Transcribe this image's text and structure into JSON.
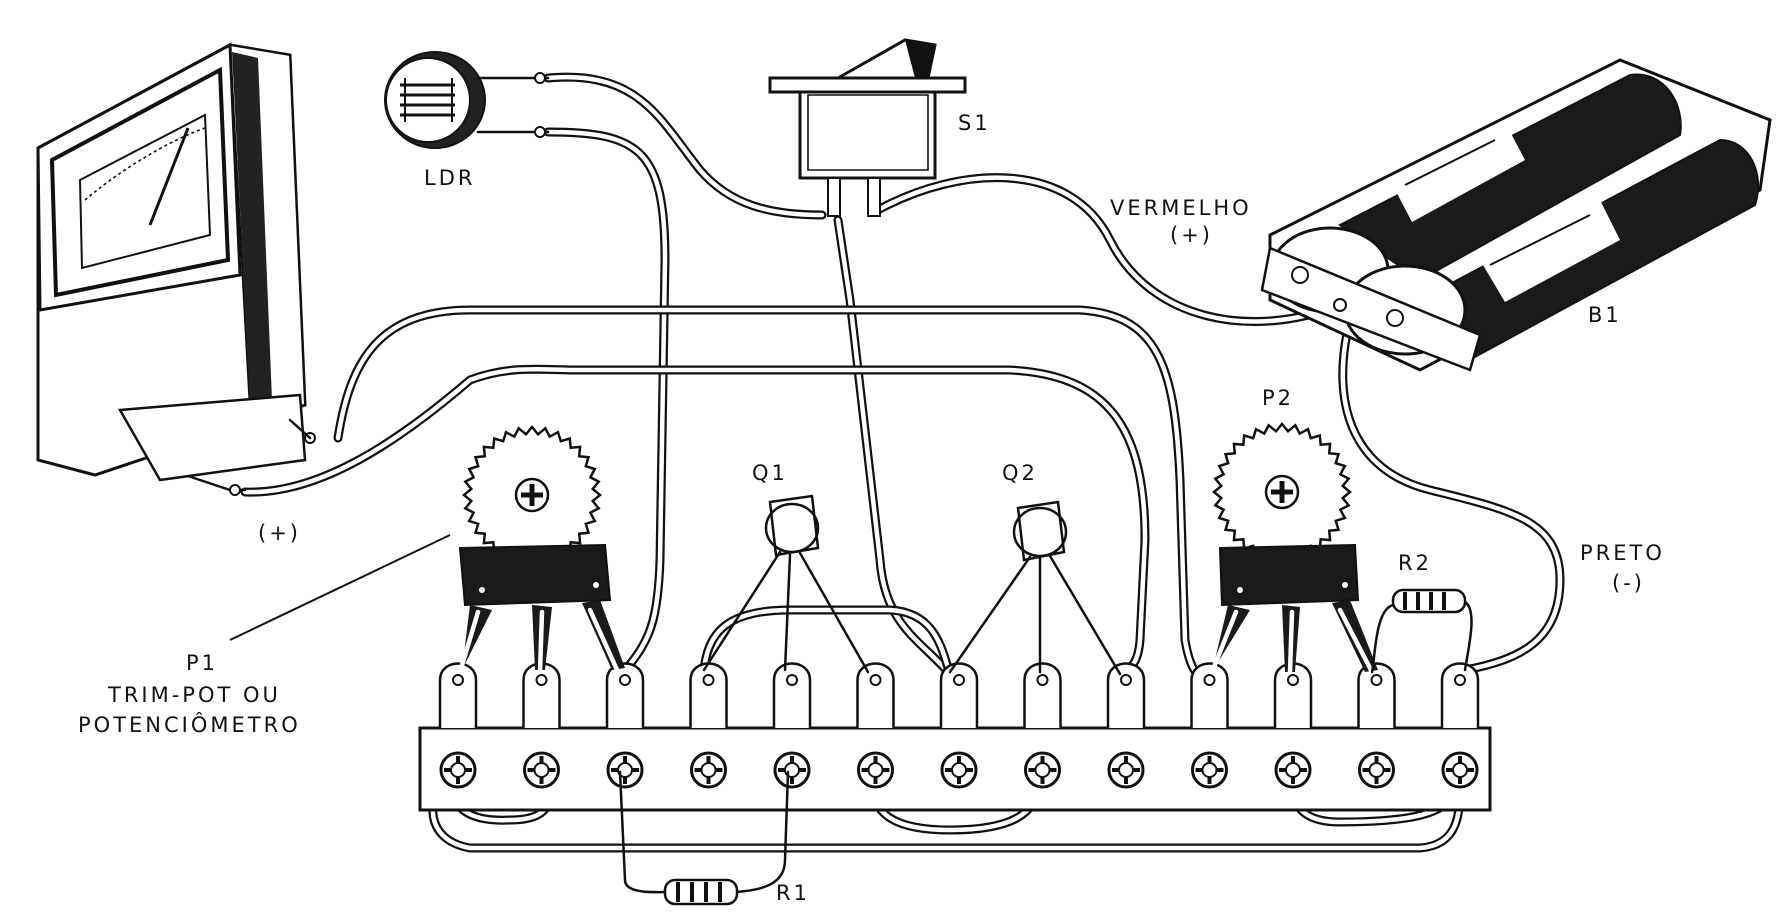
{
  "labels": {
    "ldr": "LDR",
    "s1": "S1",
    "vermelho": "VERMELHO",
    "plus_red": "(+)",
    "b1": "B1",
    "p2": "P2",
    "q1": "Q1",
    "q2": "Q2",
    "r2": "R2",
    "preto": "PRETO",
    "minus_black": "(-)",
    "meter_plus": "(+)",
    "p1": "P1",
    "trimpot_line1": "TRIM-POT OU",
    "trimpot_line2": "POTENCIÔMETRO",
    "r1": "R1"
  },
  "terminal_strip": {
    "lugs": 13
  },
  "colors": {
    "ink": "#111111",
    "paper": "#ffffff"
  }
}
